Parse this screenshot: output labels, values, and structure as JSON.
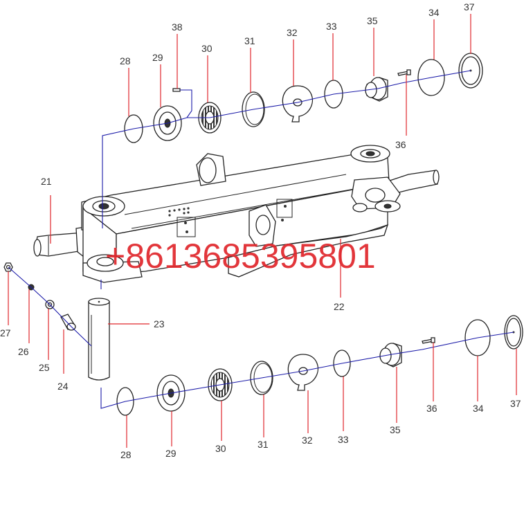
{
  "watermark": "+8613685395801",
  "colors": {
    "leader": "#e0262b",
    "axis": "#1a1aa8",
    "outline": "#222222",
    "label": "#333333"
  },
  "labels": {
    "p21": "21",
    "p22": "22",
    "p23": "23",
    "p24": "24",
    "p25": "25",
    "p26": "26",
    "p27": "27",
    "upper": {
      "p28": "28",
      "p29": "29",
      "p30": "30",
      "p31": "31",
      "p32": "32",
      "p33": "33",
      "p34": "34",
      "p35": "35",
      "p36": "36",
      "p37": "37",
      "p38": "38"
    },
    "lower": {
      "p28": "28",
      "p29": "29",
      "p30": "30",
      "p31": "31",
      "p32": "32",
      "p33": "33",
      "p34": "34",
      "p35": "35",
      "p36": "36",
      "p37": "37"
    }
  }
}
